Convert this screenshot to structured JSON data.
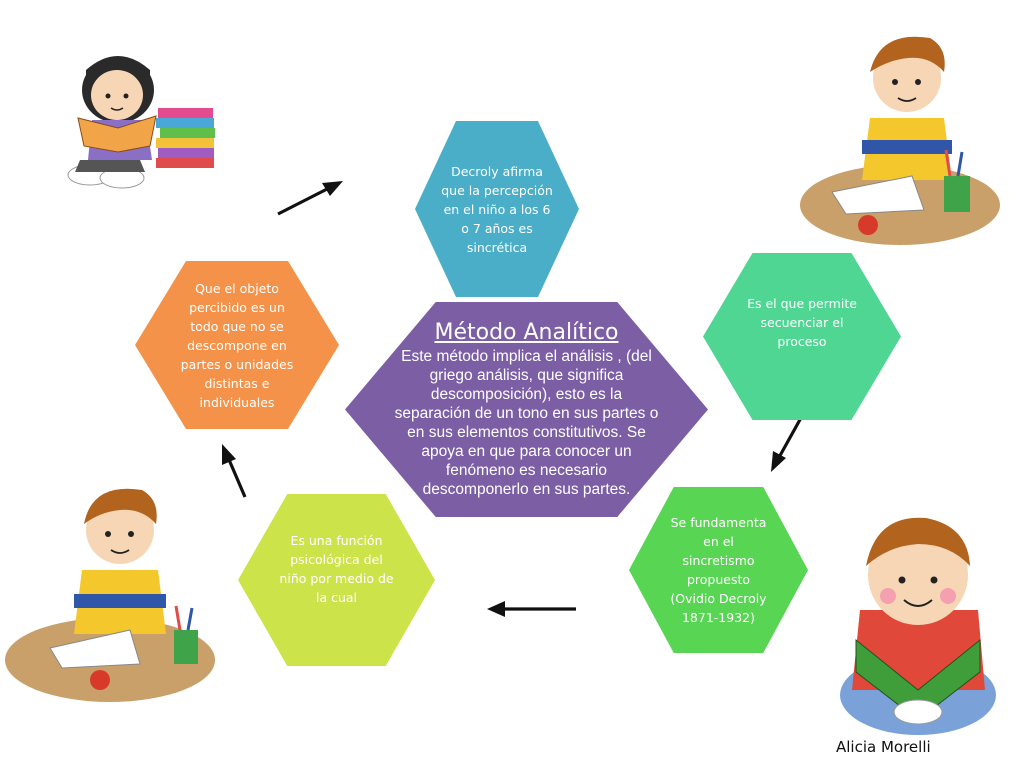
{
  "colors": {
    "top": "#4aaec8",
    "right": "#4fd693",
    "bottom_right": "#58d553",
    "bottom_left": "#cce44a",
    "left": "#f5924a",
    "center": "#7c5ea5",
    "arrow": "#111111"
  },
  "center": {
    "title": "Método Analítico",
    "body": "Este método implica el análisis , (del\ngriego análisis, que significa\ndescomposición), esto es la\nseparación de un tono en sus partes o\nen sus elementos constitutivos. Se\napoya en que para conocer un\nfenómeno es necesario\ndescomponerlo en sus partes."
  },
  "nodes": {
    "top": "Decroly afirma\nque la percepción\nen el niño a los  6\no 7 años es\nsincrética",
    "right": "Es el que permite\nsecuenciar el\nproceso",
    "bottom_right": "Se fundamenta\nen el\nsincretismo\npropuesto\n(Ovidio Decroly\n1871-1932)",
    "bottom_left": "Es una función\npsicológica del\nniño por medio de\nla cual",
    "left": "Que el objeto\npercibido es un\ntodo que no se\ndescompone en\npartes o unidades\ndistintas e\nindividuales"
  },
  "author": "Alicia Morelli",
  "icons": [
    "girl-reading-icon",
    "boy-writing-icon",
    "boy-writing-icon",
    "boy-reading-icon"
  ]
}
